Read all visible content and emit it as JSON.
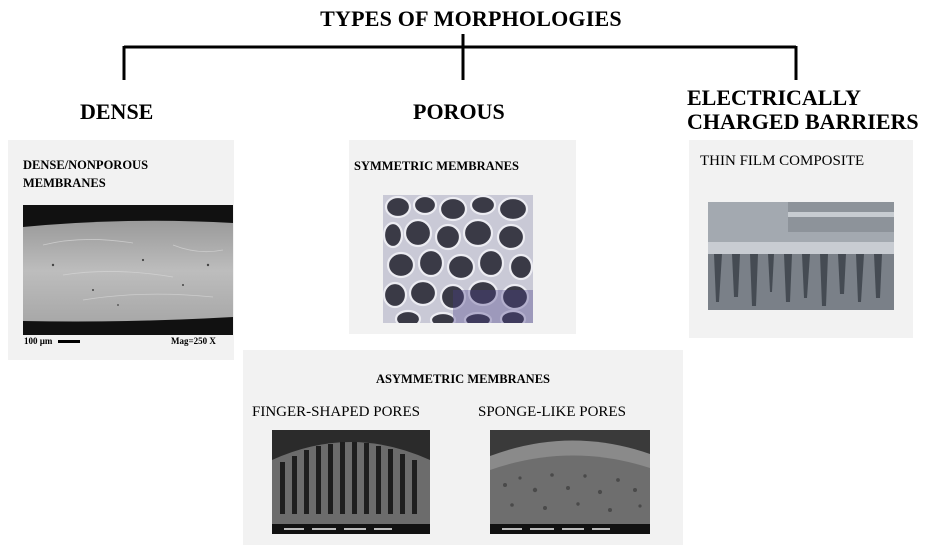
{
  "title": "TYPES OF MORPHOLOGIES",
  "branches": {
    "dense": "DENSE",
    "porous": "POROUS",
    "charged": [
      "ELECTRICALLY",
      "CHARGED BARRIERS"
    ]
  },
  "panels": {
    "dense": {
      "label": [
        "DENSE/NONPOROUS",
        "MEMBRANES"
      ],
      "scale_label": "100 µm",
      "mag_label": "Mag=250 X"
    },
    "symmetric": {
      "label": "SYMMETRIC MEMBRANES"
    },
    "tfc": {
      "label": "THIN FILM COMPOSITE"
    },
    "asymmetric": {
      "label": "ASYMMETRIC MEMBRANES",
      "finger": "FINGER-SHAPED PORES",
      "sponge": "SPONGE-LIKE PORES"
    }
  }
}
